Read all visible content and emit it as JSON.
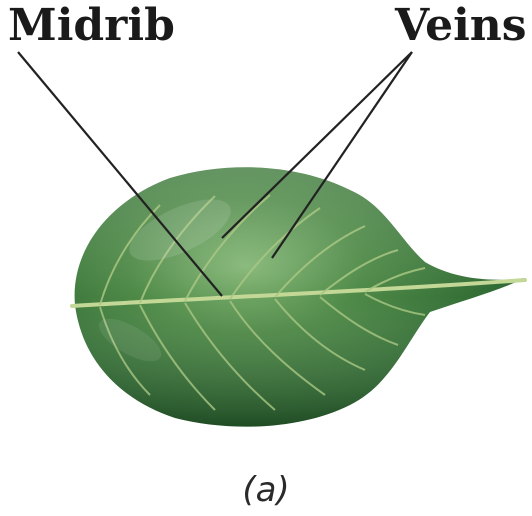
{
  "labels": {
    "midrib": "Midrib",
    "veins": "Veins"
  },
  "caption": "(a)",
  "colors": {
    "leaf_dark": "#1f5a2a",
    "leaf_mid": "#3f7f3c",
    "leaf_light": "#6fa85f",
    "vein": "#b7cf8a",
    "leader_line": "#222222"
  }
}
